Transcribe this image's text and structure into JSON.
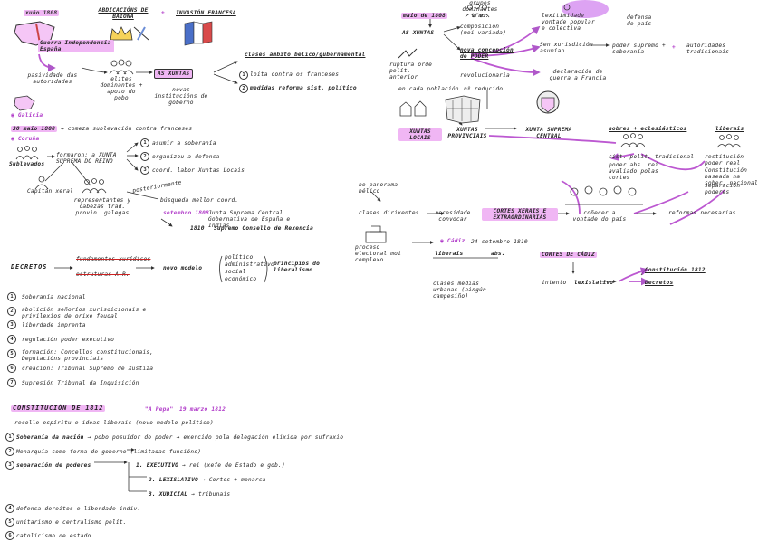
{
  "colors": {
    "accent": "#d58cf0",
    "accent_dark": "#9a2fb5",
    "ink": "#222222",
    "highlight": "#f0b6f4"
  },
  "top_left": {
    "date": "xuño 1808",
    "abdications": "ABDICACIÓNS DE BAIONA",
    "plus": "+",
    "invasion": "INVASIÓN FRANCESA",
    "war": "Guerra Independencia España",
    "pasividade": "pasividade das autoridades",
    "elites": "elites dominantes + apoio do pobo",
    "xuntas": "AS XUNTAS",
    "novas_institucions": "novas institucións de goberno",
    "clases": "clases ámbito bélico/gubernamental",
    "item1": "loita contra os franceses",
    "item2": "medidas reforma sist. político",
    "galicia": "Galicia"
  },
  "galicia_section": {
    "date_line": "30 maio 1808",
    "date_rest": "→ comeza sublevación contra franceses",
    "place": "Coruña",
    "sublevados": "Sublevados",
    "formaron": "formaron: a XUNTA SUPREMA DO REINO",
    "action1": "asumir a soberanía",
    "action2": "organizou a defensa",
    "action3": "coord. labor Xuntas Locais",
    "capitan": "Capitán xeral",
    "representantes": "representantes y cabezas trad. provin. galegas",
    "posteriormente": "posteriormente",
    "busqueda": "búsqueda mellor coord.",
    "sept_date": "setembro 1808",
    "junta": "Junta Suprema Central Gobernativa de España e Indias",
    "year_1810": "1810",
    "consello": "Supremo Consello de Rexencia"
  },
  "decretos_section": {
    "label": "DECRETOS",
    "crossed1": "fundamentos xurídicos",
    "crossed2": "estruturas A.R.",
    "novo_modelo": "novo modelo",
    "aspects": [
      "político",
      "administrativo",
      "social",
      "económico"
    ],
    "principios": "principios do liberalismo",
    "items": [
      {
        "n": "1",
        "text": "Soberanía nacional"
      },
      {
        "n": "2",
        "text": "abolición señoríos xurisdicionais e privilexios de orixe feudal"
      },
      {
        "n": "3",
        "text": "liberdade imprenta"
      },
      {
        "n": "4",
        "text": "regulación poder executivo"
      },
      {
        "n": "5",
        "text": "formación: Concellos constitucionais, Deputacións provinciais"
      },
      {
        "n": "6",
        "text": "creación: Tribunal Supremo de Xustiza"
      },
      {
        "n": "7",
        "text": "Supresión Tribunal da Inquisición"
      }
    ]
  },
  "constitucion_section": {
    "title": "CONSTITUCIÓN DE 1812",
    "nickname": "\"A Pepa\"",
    "date": "19 marzo 1812",
    "recolle": "recolle espíritu e ideas liberais (novo modelo político)",
    "items": [
      {
        "n": "1",
        "text": "Soberanía da nación",
        "rest": "→ pobo posuidor do poder → exercido pola delegación elixida por sufraxio"
      },
      {
        "n": "2",
        "text": "Monarquía como forma de goberno (limitadas funcións)",
        "rest": ""
      },
      {
        "n": "3",
        "text": "separación de poderes",
        "rest": ""
      },
      {
        "n": "4",
        "text": "defensa dereitos e liberdade indiv.",
        "rest": ""
      },
      {
        "n": "5",
        "text": "unitarismo e centralismo polít.",
        "rest": ""
      },
      {
        "n": "6",
        "text": "catolicismo de estado",
        "rest": ""
      }
    ],
    "powers": [
      {
        "label": "1. EXECUTIVO",
        "rest": "→ rei (xefe de Estado e gob.)"
      },
      {
        "label": "2. LEXISLATIVO",
        "rest": "→ Cortes + monarca"
      },
      {
        "label": "3. XUDICIAL",
        "rest": "→ tribunais"
      }
    ]
  },
  "right_section": {
    "date": "maio de 1808",
    "xuntas": "AS XUNTAS",
    "grupos": "grupos dominantes trad.",
    "composicion": "composición (moi variada)",
    "nova_concepcion": "nova concepción de PODER",
    "ruptura": "ruptura orde polít. anterior",
    "revolucionaria": "revolucionaria",
    "lexitimidade": "lexitimidade vontade popular e colectiva",
    "defensa_pais": "defensa do país",
    "sen_xurisdicion": "Sen xurisdición asumían",
    "poder_supremo": "poder supremo + soberanía",
    "plus": "+",
    "autoridades": "autoridades tradicionais",
    "declaracion": "declaración de guerra a Francia",
    "en_cada": "en cada población",
    "reducido": "nº reducido",
    "xuntas_locais": "XUNTAS LOCAIS",
    "xuntas_provinciais": "XUNTAS PROVINCIAIS",
    "xunta_central": "XUNTA SUPREMA CENTRAL",
    "nobres": "nobres + eclesiásticos",
    "liberais_label": "liberais",
    "tradicionais": "sist. polit. tradicional",
    "poder_abs": "poder abs. rei avaliado polas cortes",
    "lib_items": [
      "restitución poder real",
      "Constitución baseada na sober. nacional",
      "separación poderes"
    ],
    "no_panorama": "no panorama bélico",
    "clases_dirixentes": "clases dirixentes",
    "necesidade": "necesidade convocar",
    "cortes_xerais": "CORTES XERAIS E EXTRAORDINARIAS",
    "coñecer": "coñecer a vontade do país",
    "reformas": "reformas necesarias",
    "proceso": "proceso electoral moi complexo",
    "cadiz": "Cádiz",
    "cadiz_date": "24 setembro 1810",
    "liberais": "liberais",
    "abs": "abs.",
    "clases_medias": "clases medias urbanas (ningún campesiño)",
    "cortes_cadiz": "CORTES DE CÁDIZ",
    "intento": "intento",
    "lexislativo": "lexislativo",
    "constitucion": "Constitución 1812",
    "decretos": "Decretos"
  }
}
